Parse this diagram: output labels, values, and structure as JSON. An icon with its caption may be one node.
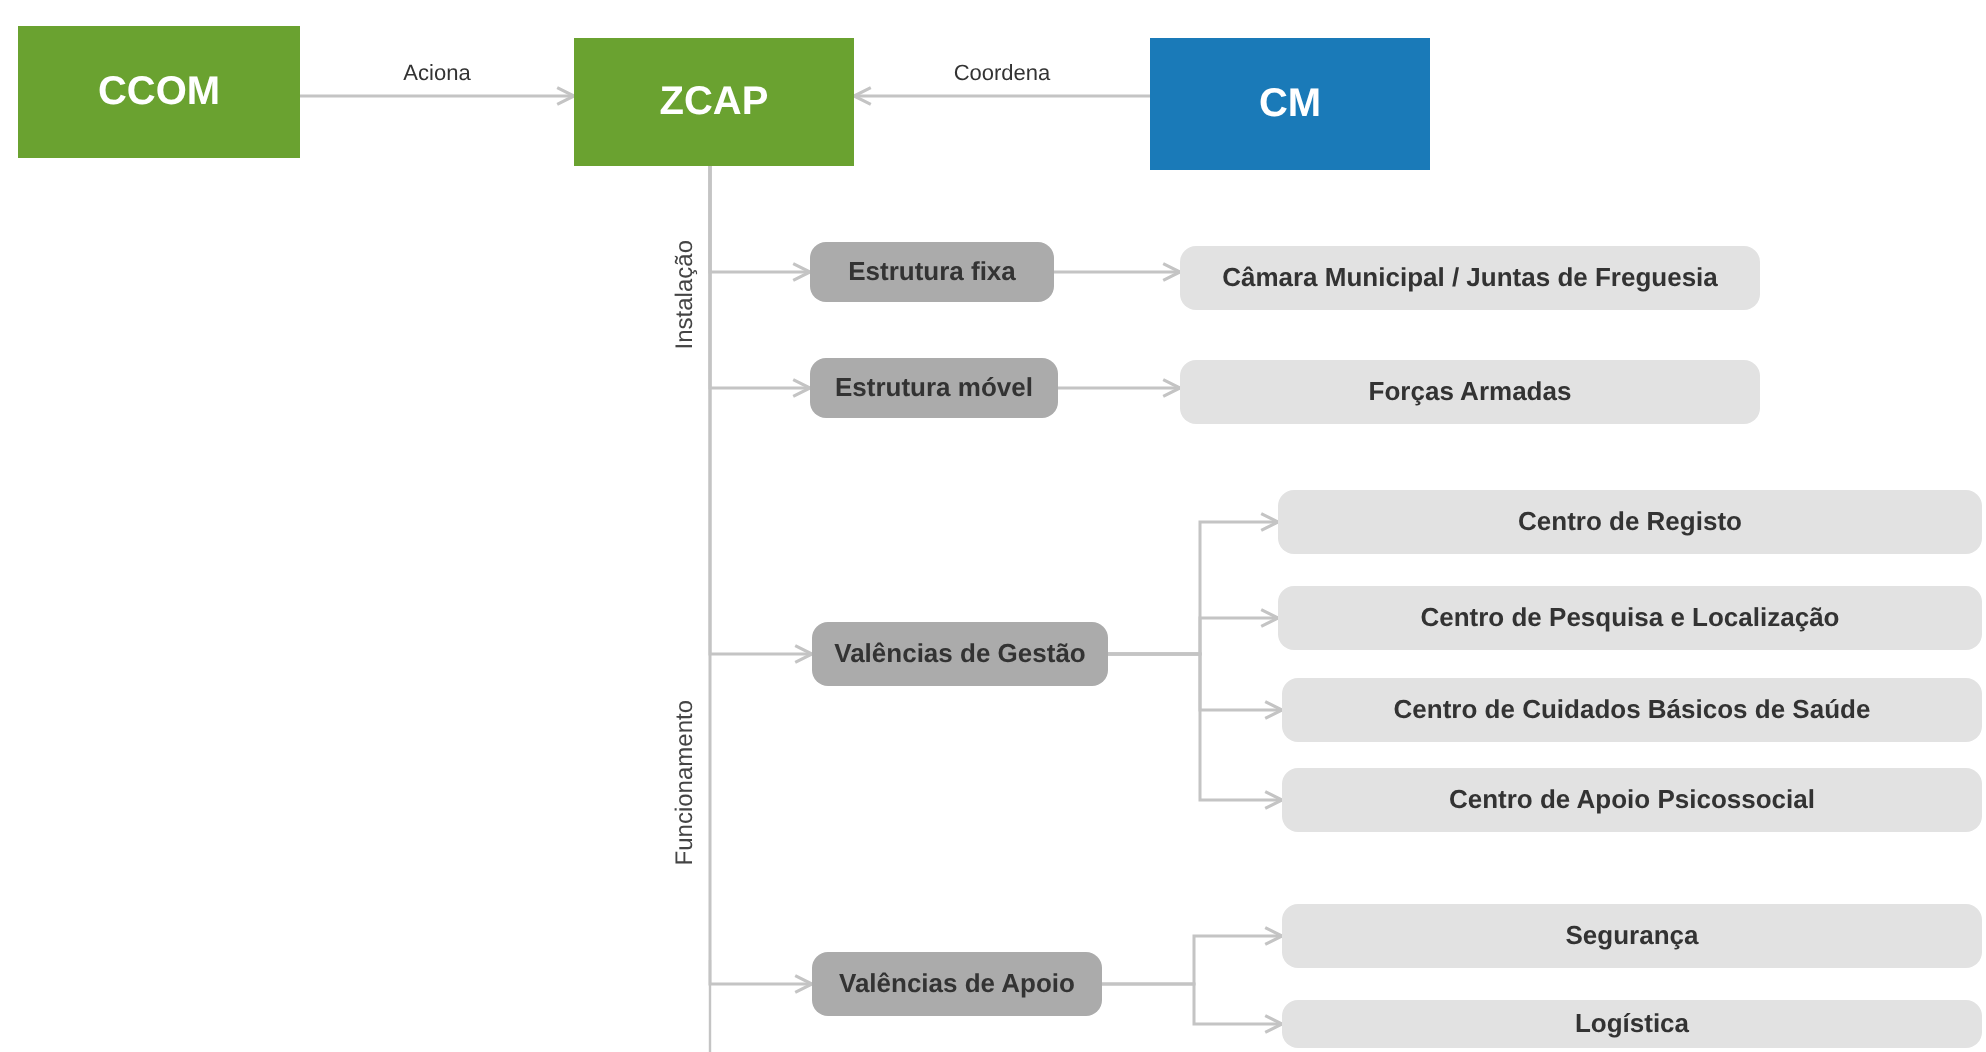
{
  "diagram": {
    "nodes": [
      {
        "text": [
          "CCOM"
        ]
      },
      {
        "text": [
          "ZCAP"
        ]
      },
      {
        "text": [
          "CM"
        ]
      },
      {
        "text": [
          "Estrutura fixa"
        ]
      },
      {
        "text": [
          "Câmara Municipal / Juntas de Freguesia"
        ]
      },
      {
        "text": [
          "Estrutura móvel"
        ]
      },
      {
        "text": [
          "Forças Armadas"
        ]
      },
      {
        "text": [
          "Valências de Gestão"
        ]
      },
      {
        "text": [
          "Centro de Registo"
        ]
      },
      {
        "text": [
          "Centro de Pesquisa e Localização"
        ]
      },
      {
        "text": [
          "Centro de Cuidados Básicos de Saúde"
        ]
      },
      {
        "text": [
          "Centro de Apoio Psicossocial"
        ]
      },
      {
        "text": [
          "Valências de Apoio"
        ]
      },
      {
        "text": [
          "Segurança"
        ]
      },
      {
        "text": [
          "Logística"
        ]
      }
    ],
    "edges": [
      {
        "from": 0,
        "to": 1,
        "arrow": "to",
        "label": "Aciona"
      },
      {
        "from": 2,
        "to": 1,
        "arrow": "to",
        "label": "Coordena"
      },
      {
        "from": 1,
        "to": 3,
        "arrow": "to"
      },
      {
        "from": 1,
        "to": 5,
        "arrow": "to"
      },
      {
        "from": 1,
        "to": 7,
        "arrow": "to"
      },
      {
        "from": 1,
        "to": 12,
        "arrow": "to"
      },
      {
        "from": 3,
        "to": 4,
        "arrow": "to"
      },
      {
        "from": 5,
        "to": 6,
        "arrow": "to"
      },
      {
        "from": 7,
        "to": 8,
        "arrow": "to"
      },
      {
        "from": 7,
        "to": 9,
        "arrow": "to"
      },
      {
        "from": 7,
        "to": 10,
        "arrow": "to"
      },
      {
        "from": 7,
        "to": 11,
        "arrow": "to"
      },
      {
        "from": 12,
        "to": 13,
        "arrow": "to"
      },
      {
        "from": 12,
        "to": 14,
        "arrow": "to"
      }
    ],
    "labels": [
      "Instalação",
      "Funcionamento"
    ]
  }
}
